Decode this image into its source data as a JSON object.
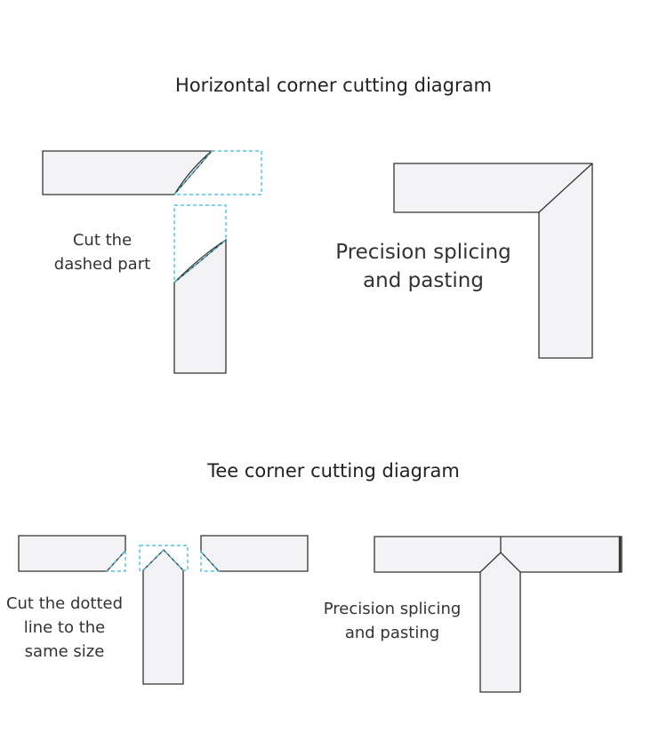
{
  "section1": {
    "title": "Horizontal corner cutting diagram",
    "left_label": [
      "Cut the",
      "dashed part"
    ],
    "right_label": [
      "Precision splicing",
      "and pasting"
    ]
  },
  "section2": {
    "title": "Tee corner cutting diagram",
    "left_label": [
      "Cut the dotted",
      "line to the",
      "same size"
    ],
    "right_label": [
      "Precision splicing",
      "and pasting"
    ]
  },
  "colors": {
    "cut_line": "#35b8d6",
    "piece_fill": "#f3f3f5",
    "outline": "#333333"
  }
}
